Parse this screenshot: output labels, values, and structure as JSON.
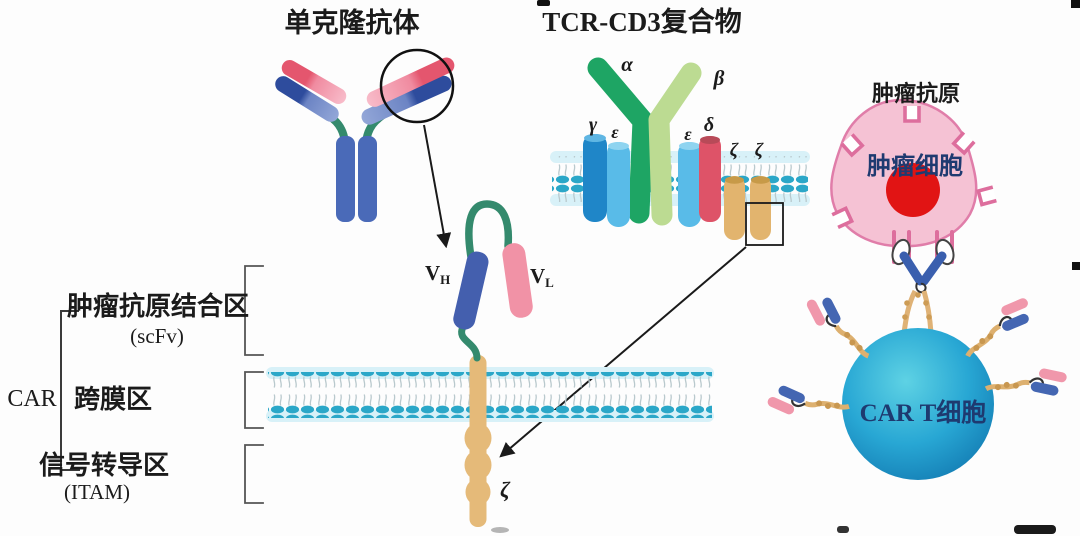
{
  "titles": {
    "monoclonal_antibody": "单克隆抗体",
    "tcr_cd3_complex": "TCR-CD3复合物"
  },
  "tcr_subunits": {
    "alpha": "α",
    "beta": "β",
    "gamma": "γ",
    "epsilon_left": "ε",
    "epsilon_right": "ε",
    "delta": "δ",
    "zeta_left": "ζ",
    "zeta_right": "ζ"
  },
  "car_regions": {
    "bracket_label": "CAR",
    "antigen_binding": "肿瘤抗原结合区",
    "antigen_binding_sub": "(scFv)",
    "transmembrane": "跨膜区",
    "signaling": "信号转导区",
    "signaling_sub": "(ITAM)"
  },
  "scfv": {
    "vh_main": "V",
    "vh_sub": "H",
    "vl_main": "V",
    "vl_sub": "L"
  },
  "zeta_chain_label": "ζ",
  "tumor": {
    "antigen_label": "肿瘤抗原",
    "cell_label": "肿瘤细胞"
  },
  "cart": {
    "cell_label": "CAR T细胞"
  },
  "colors": {
    "heavy_chain_blue": "#4a6ab8",
    "light_chain_pink": "#f08ba0",
    "tip_red": "#e4566e",
    "tip_dark_blue": "#2e4c9d",
    "linker_green": "#348a6d",
    "membrane_head_teal": "#2ba7c8",
    "stalk_tan": "#e5ba79",
    "tcr_alpha_green": "#1ea564",
    "tcr_beta_green": "#bcdb92",
    "gamma_blue": "#1f86c8",
    "epsilon_blue": "#59bbe8",
    "delta_red": "#de5368",
    "tumor_pink": "#f5c2d4",
    "tumor_outline": "#e07da9",
    "nucleus_red": "#e11414",
    "cart_blue": "#1e9ecf",
    "cell_text_navy": "#1e3a70",
    "ink": "#1b1b1b"
  }
}
